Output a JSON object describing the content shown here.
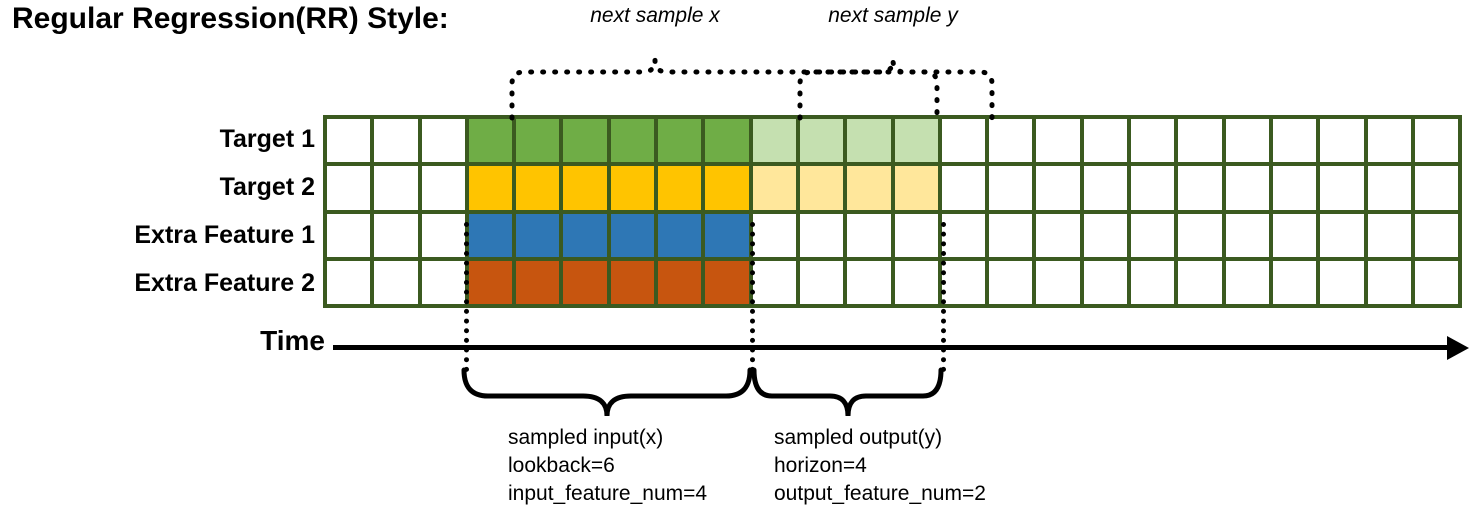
{
  "title": "Regular Regression(RR) Style:",
  "row_labels": [
    "Target 1",
    "Target 2",
    "Extra Feature 1",
    "Extra Feature 2"
  ],
  "time_axis": {
    "label": "Time"
  },
  "top_braces": [
    {
      "label": "next sample x"
    },
    {
      "label": "next sample y"
    }
  ],
  "bottom_braces": [
    {
      "title": "sampled input(x)",
      "line2": "lookback=6",
      "line3": "input_feature_num=4"
    },
    {
      "title": "sampled output(y)",
      "line2": "horizon=4",
      "line3": "output_feature_num=2"
    }
  ],
  "colors": {
    "grid_border": "#3b5a20",
    "empty": "#ffffff",
    "target1_strong": "#6fad46",
    "target1_light": "#c5e0b0",
    "target2_strong": "#ffc400",
    "target2_light": "#ffe79b",
    "feature1": "#2e77b5",
    "feature2": "#c7550f",
    "stroke": "#000000"
  },
  "grid": {
    "columns": 24,
    "rows": 4,
    "lookback_start_col": 3,
    "lookback_len": 6,
    "horizon_start_col": 9,
    "horizon_len": 4,
    "cells": [
      [
        "#ffffff",
        "#ffffff",
        "#ffffff",
        "#6fad46",
        "#6fad46",
        "#6fad46",
        "#6fad46",
        "#6fad46",
        "#6fad46",
        "#c5e0b0",
        "#c5e0b0",
        "#c5e0b0",
        "#c5e0b0",
        "#ffffff",
        "#ffffff",
        "#ffffff",
        "#ffffff",
        "#ffffff",
        "#ffffff",
        "#ffffff",
        "#ffffff",
        "#ffffff",
        "#ffffff",
        "#ffffff"
      ],
      [
        "#ffffff",
        "#ffffff",
        "#ffffff",
        "#ffc400",
        "#ffc400",
        "#ffc400",
        "#ffc400",
        "#ffc400",
        "#ffc400",
        "#ffe79b",
        "#ffe79b",
        "#ffe79b",
        "#ffe79b",
        "#ffffff",
        "#ffffff",
        "#ffffff",
        "#ffffff",
        "#ffffff",
        "#ffffff",
        "#ffffff",
        "#ffffff",
        "#ffffff",
        "#ffffff",
        "#ffffff"
      ],
      [
        "#ffffff",
        "#ffffff",
        "#ffffff",
        "#2e77b5",
        "#2e77b5",
        "#2e77b5",
        "#2e77b5",
        "#2e77b5",
        "#2e77b5",
        "#ffffff",
        "#ffffff",
        "#ffffff",
        "#ffffff",
        "#ffffff",
        "#ffffff",
        "#ffffff",
        "#ffffff",
        "#ffffff",
        "#ffffff",
        "#ffffff",
        "#ffffff",
        "#ffffff",
        "#ffffff",
        "#ffffff"
      ],
      [
        "#ffffff",
        "#ffffff",
        "#ffffff",
        "#c7550f",
        "#c7550f",
        "#c7550f",
        "#c7550f",
        "#c7550f",
        "#c7550f",
        "#ffffff",
        "#ffffff",
        "#ffffff",
        "#ffffff",
        "#ffffff",
        "#ffffff",
        "#ffffff",
        "#ffffff",
        "#ffffff",
        "#ffffff",
        "#ffffff",
        "#ffffff",
        "#ffffff",
        "#ffffff",
        "#ffffff"
      ]
    ]
  }
}
